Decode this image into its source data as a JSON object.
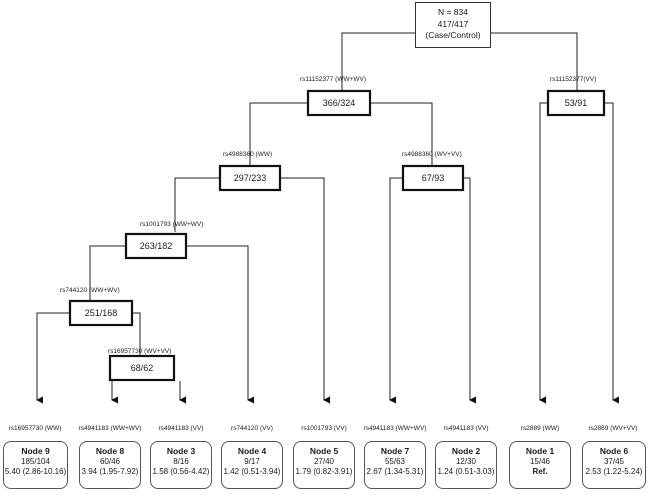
{
  "root": {
    "n": "N = 834",
    "counts": "417/417",
    "note": "(Case/Control)"
  },
  "internal": {
    "n366": "366/324",
    "n53": "53/91",
    "n297": "297/233",
    "n67": "67/93",
    "n263": "263/182",
    "n251": "251/168",
    "n68": "68/62"
  },
  "splits": {
    "rs11152377_wwwv": "rs11152377 (WW+WV)",
    "rs11152377_v": "rs11152377(VV)",
    "rs4988360_ww": "rs4988360 (WW)",
    "rs4988360_wvvv": "rs4988360 (WV+VV)",
    "rs1001793_wwwv": "rs1001793 (WW+WV)",
    "rs744120_wwwv": "rs744120 (WW+WV)",
    "rs16957730_wvvv": "rs16957730 (WV+VV)"
  },
  "leaf_labels": {
    "node9": "rs16957730 (WW)",
    "node8": "rs4941183 (WW+WV)",
    "node3": "rs4941183 (VV)",
    "node4": "rs744120 (VV)",
    "node5": "rs1001793 (VV)",
    "node7": "rs4941183 (WW+WV)",
    "node2": "rs4941183 (VV)",
    "node1": "rs2889 (WW)",
    "node6": "rs2889 (WV+VV)"
  },
  "leaves": [
    {
      "id": "node9",
      "name": "Node 9",
      "counts": "185/104",
      "or": "5.40 (2.86-10.16)"
    },
    {
      "id": "node8",
      "name": "Node 8",
      "counts": "60/46",
      "or": "3.94 (1.95-7.92)"
    },
    {
      "id": "node3",
      "name": "Node 3",
      "counts": "8/16",
      "or": "1.58 (0.56-4.42)"
    },
    {
      "id": "node4",
      "name": "Node 4",
      "counts": "9/17",
      "or": "1.42 (0.51-3.94)"
    },
    {
      "id": "node5",
      "name": "Node 5",
      "counts": "27/40",
      "or": "1.79 (0.82-3.91)"
    },
    {
      "id": "node7",
      "name": "Node 7",
      "counts": "55/63",
      "or": "2.67 (1.34-5.31)"
    },
    {
      "id": "node2",
      "name": "Node 2",
      "counts": "12/30",
      "or": "1.24 (0.51-3.03)"
    },
    {
      "id": "node1",
      "name": "Node 1",
      "counts": "15/46",
      "or": "Ref."
    },
    {
      "id": "node6",
      "name": "Node  6",
      "counts": "37/45",
      "or": "2.53 (1.22-5.24)"
    }
  ]
}
